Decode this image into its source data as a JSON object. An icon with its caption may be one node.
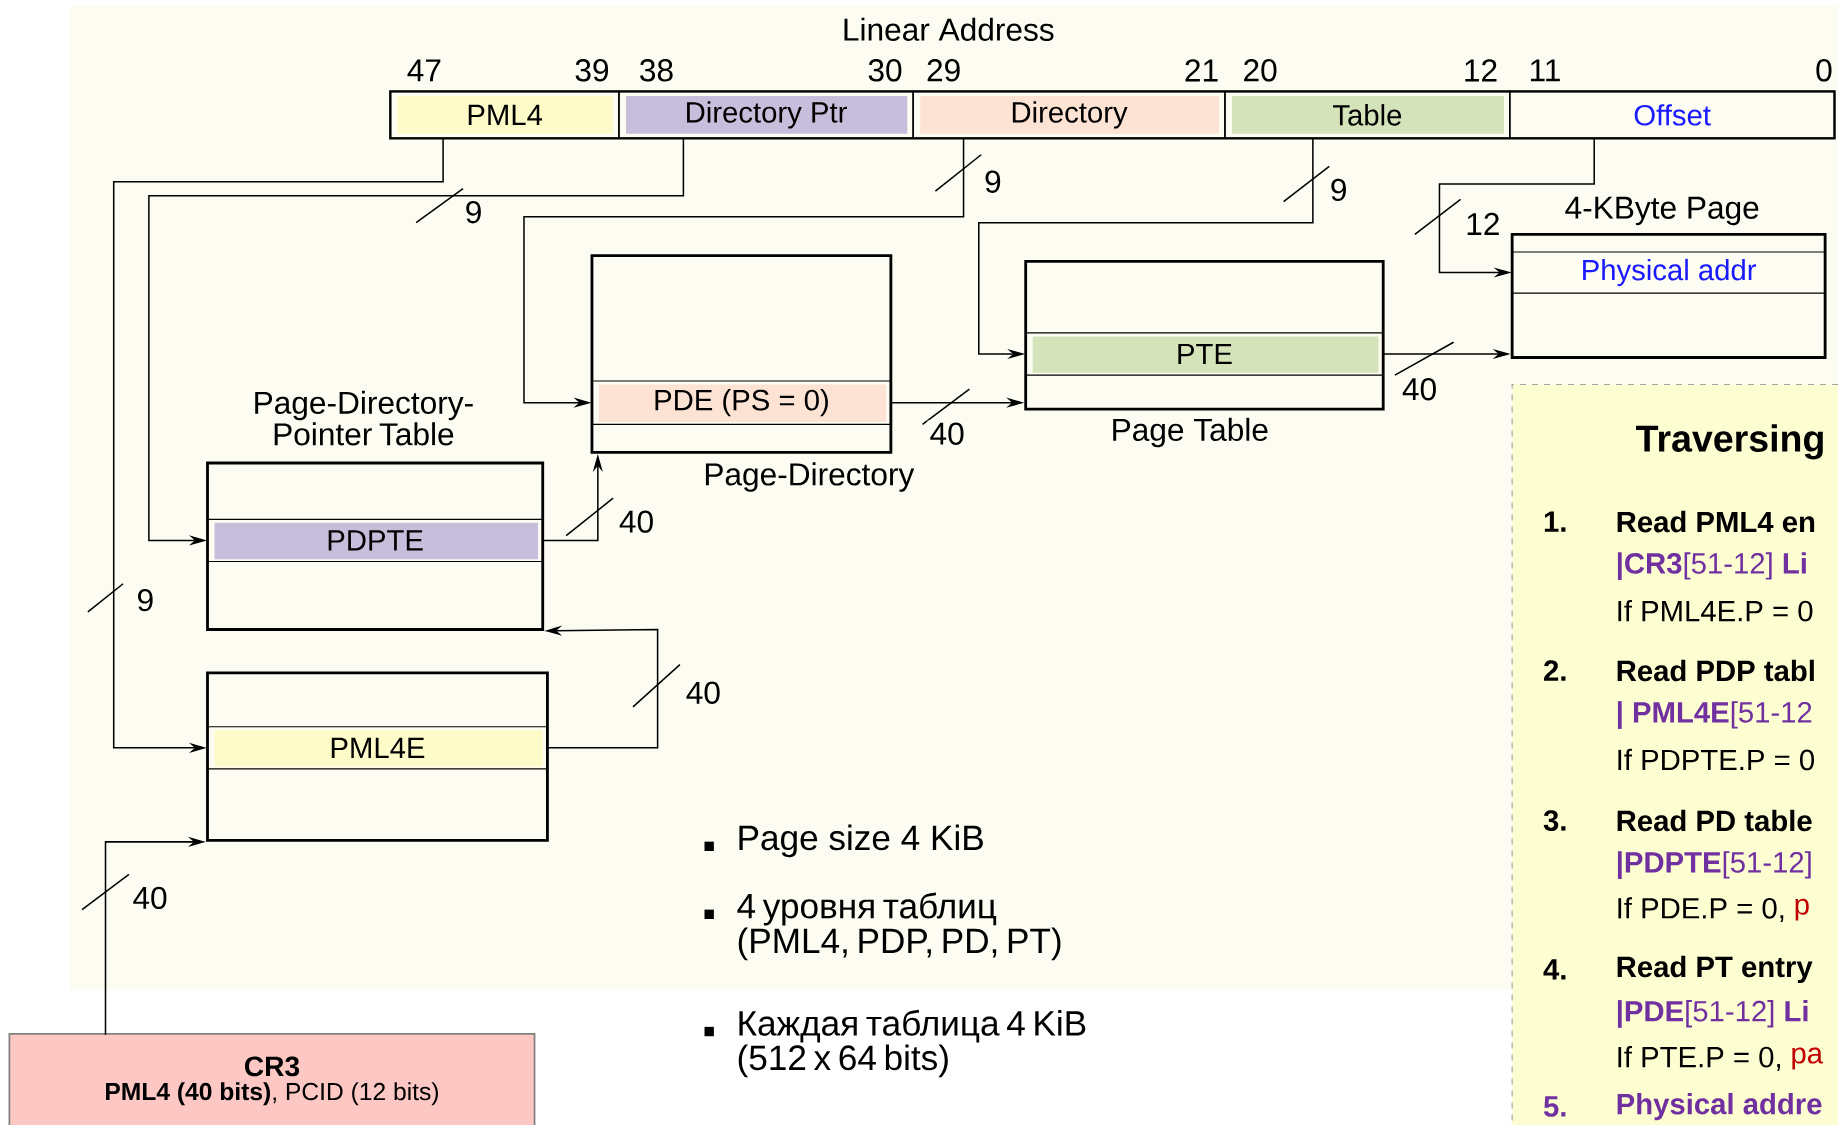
{
  "diagram": {
    "nodes": [
      {
        "text": [
          "Linear Address"
        ]
      },
      {
        "text": [
          "PML4"
        ],
        "in": 0
      },
      {
        "text": [
          "Directory Ptr"
        ],
        "in": 0
      },
      {
        "text": [
          "Directory"
        ],
        "in": 0
      },
      {
        "text": [
          "Table"
        ],
        "in": 0
      },
      {
        "text": [
          "Offset"
        ],
        "in": 0
      },
      {
        "text": [],
        "shape": "box"
      },
      {
        "text": [
          "PML4E"
        ],
        "in": 6
      },
      {
        "text": [
          "Page-Directory- Pointer Table"
        ]
      },
      {
        "text": [
          "PDPTE"
        ],
        "in": 8
      },
      {
        "text": [
          "Page-Directory"
        ]
      },
      {
        "text": [
          "PDE (PS = 0)"
        ],
        "in": 10
      },
      {
        "text": [
          "Page Table"
        ]
      },
      {
        "text": [
          "PTE"
        ],
        "in": 12
      },
      {
        "text": [
          "4-KByte Page"
        ]
      },
      {
        "text": [
          "Physical  addr"
        ],
        "in": 14
      },
      {
        "text": [
          "CR3",
          "**PML4 (40 bits)**, PCID (12 bits)"
        ]
      },
      {
        "text": [
          "Traversing",
          "1.",
          "Read PML4 en",
          "**|CR3**[51-12] **Li**",
          "If PML4E.P = 0",
          "2.",
          "Read PDP tabl",
          "**| PML4E**[51-12",
          "If PDPTE.P = 0",
          "3.",
          "Read PD table",
          "**|PDPTE**[51-12]",
          "If PDE.P = 0,",
          "p",
          "4.",
          "Read PT entry",
          "**|PDE**[51-12] **Li**",
          "If PTE.P = 0,",
          "pa",
          "5.",
          "Physical addre"
        ]
      }
    ],
    "edges": [
      {
        "from": 1,
        "to": 7,
        "arrow": "to",
        "label": "9"
      },
      {
        "from": 2,
        "to": 9,
        "arrow": "to",
        "label": "9"
      },
      {
        "from": 3,
        "to": 11,
        "arrow": "to",
        "label": "9"
      },
      {
        "from": 4,
        "to": 13,
        "arrow": "to",
        "label": "9"
      },
      {
        "from": 5,
        "to": 15,
        "arrow": "to",
        "label": "12"
      },
      {
        "from": 16,
        "to": 6,
        "arrow": "to",
        "label": "40"
      },
      {
        "from": 7,
        "to": 8,
        "arrow": "to",
        "label": "40"
      },
      {
        "from": 9,
        "to": 10,
        "arrow": "to",
        "label": "40"
      },
      {
        "from": 11,
        "to": 12,
        "arrow": "to",
        "label": "40"
      },
      {
        "from": 13,
        "to": 14,
        "arrow": "to",
        "label": "40"
      }
    ],
    "labels": [
      "47",
      "39",
      "38",
      "30",
      "29",
      "21",
      "20",
      "12",
      "11",
      "0",
      "Page size 4 KiB",
      "4 уровня таблиц (PML4, PDP, PD, PT)",
      "Каждая таблица 4 KiB (512 x 64 bits)"
    ]
  }
}
